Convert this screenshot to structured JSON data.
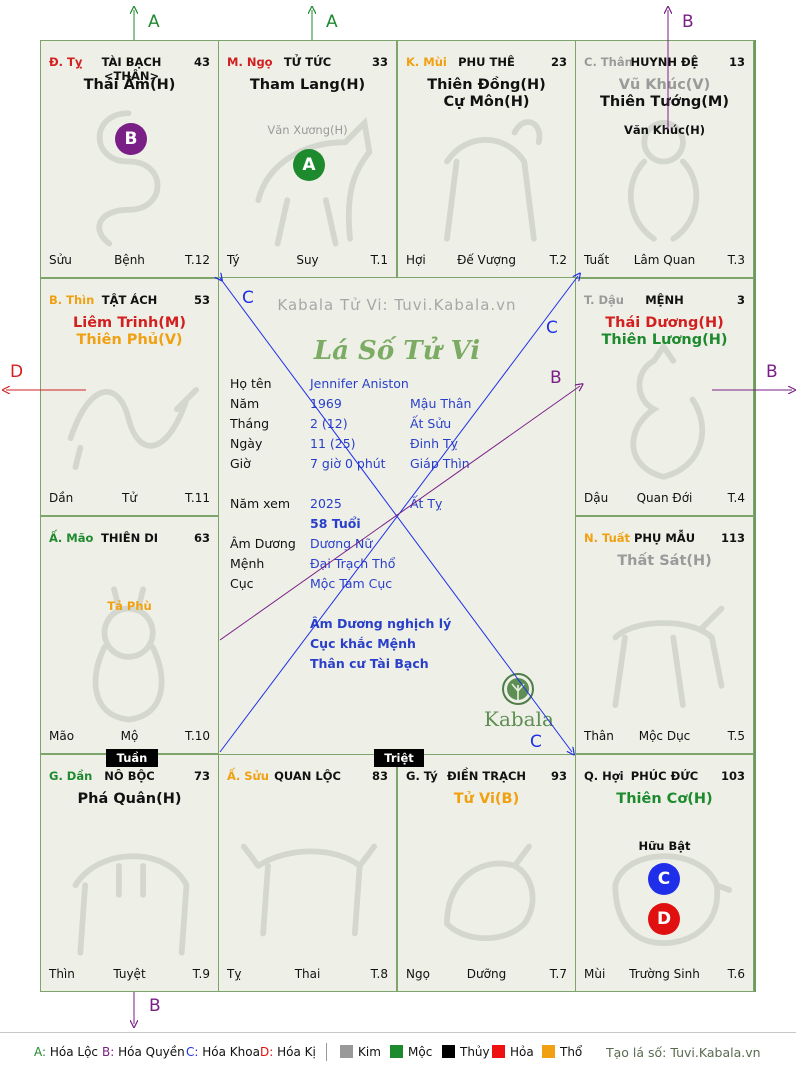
{
  "palaces": [
    {
      "stem": "Đ. Tỵ",
      "stem_color": "#d21f1f",
      "name": "TÀI BẠCH <THÂN>",
      "age": "43",
      "main_stars": [
        {
          "text": "Thái Âm(H)",
          "color": "#111111"
        }
      ],
      "minor_stars": [],
      "branch": "Sửu",
      "stage": "Bệnh",
      "daihan": "T.12",
      "badges": [
        "B"
      ],
      "zodiac": "snake"
    },
    {
      "stem": "M. Ngọ",
      "stem_color": "#d21f1f",
      "name": "TỬ TỨC",
      "age": "33",
      "main_stars": [
        {
          "text": "Tham Lang(H)",
          "color": "#111111"
        }
      ],
      "minor_stars": [
        {
          "text": "Văn Xương(H)",
          "color": "#9a9a9a"
        }
      ],
      "branch": "Tý",
      "stage": "Suy",
      "daihan": "T.1",
      "badges": [
        "A"
      ],
      "zodiac": "horse"
    },
    {
      "stem": "K. Mùi",
      "stem_color": "#f0a010",
      "name": "PHU THÊ",
      "age": "23",
      "main_stars": [
        {
          "text": "Thiên Đồng(H)",
          "color": "#111111"
        },
        {
          "text": "Cự Môn(H)",
          "color": "#111111"
        }
      ],
      "minor_stars": [],
      "branch": "Hợi",
      "stage": "Đế Vượng",
      "daihan": "T.2",
      "badges": [],
      "zodiac": "goat"
    },
    {
      "stem": "C. Thân",
      "stem_color": "#9a9a9a",
      "name": "HUYNH ĐỆ",
      "age": "13",
      "main_stars": [
        {
          "text": "Vũ Khúc(V)",
          "color": "#9a9a9a"
        },
        {
          "text": "Thiên Tướng(M)",
          "color": "#111111"
        }
      ],
      "minor_stars": [
        {
          "text": "Văn Khúc(H)",
          "color": "#111111"
        }
      ],
      "branch": "Tuất",
      "stage": "Lâm Quan",
      "daihan": "T.3",
      "badges": [],
      "zodiac": "monkey"
    },
    {
      "stem": "T. Dậu",
      "stem_color": "#9a9a9a",
      "name": "MỆNH",
      "age": "3",
      "main_stars": [
        {
          "text": "Thái Dương(H)",
          "color": "#d21f1f"
        },
        {
          "text": "Thiên Lương(H)",
          "color": "#1e8a2e"
        }
      ],
      "minor_stars": [],
      "branch": "Dậu",
      "stage": "Quan Đới",
      "daihan": "T.4",
      "badges": [],
      "zodiac": "rooster"
    },
    {
      "stem": "N. Tuất",
      "stem_color": "#f0a010",
      "name": "PHỤ MẪU",
      "age": "113",
      "main_stars": [
        {
          "text": "Thất Sát(H)",
          "color": "#9a9a9a"
        }
      ],
      "minor_stars": [],
      "branch": "Thân",
      "stage": "Mộc Dục",
      "daihan": "T.5",
      "badges": [],
      "zodiac": "dog"
    },
    {
      "stem": "Q. Hợi",
      "stem_color": "#111111",
      "name": "PHÚC ĐỨC",
      "age": "103",
      "main_stars": [
        {
          "text": "Thiên Cơ(H)",
          "color": "#1e8a2e"
        }
      ],
      "minor_stars": [
        {
          "text": "Hữu Bật",
          "color": "#111111"
        }
      ],
      "branch": "Mùi",
      "stage": "Trường Sinh",
      "daihan": "T.6",
      "badges": [
        "C",
        "D"
      ],
      "zodiac": "pig"
    },
    {
      "stem": "G. Tý",
      "stem_color": "#111111",
      "name": "ĐIỀN TRẠCH",
      "age": "93",
      "main_stars": [
        {
          "text": "Tử Vi(B)",
          "color": "#f0a010"
        }
      ],
      "minor_stars": [],
      "branch": "Ngọ",
      "stage": "Dưỡng",
      "daihan": "T.7",
      "badges": [],
      "zodiac": "rat"
    },
    {
      "stem": "Ấ. Sửu",
      "stem_color": "#f0a010",
      "name": "QUAN LỘC",
      "age": "83",
      "main_stars": [],
      "minor_stars": [],
      "branch": "Tỵ",
      "stage": "Thai",
      "daihan": "T.8",
      "badges": [],
      "zodiac": "ox"
    },
    {
      "stem": "G. Dần",
      "stem_color": "#1e8a2e",
      "name": "NÔ BỘC",
      "age": "73",
      "main_stars": [
        {
          "text": "Phá Quân(H)",
          "color": "#111111"
        }
      ],
      "minor_stars": [],
      "branch": "Thìn",
      "stage": "Tuyệt",
      "daihan": "T.9",
      "badges": [],
      "zodiac": "tiger"
    },
    {
      "stem": "Ấ. Mão",
      "stem_color": "#1e8a2e",
      "name": "THIÊN DI",
      "age": "63",
      "main_stars": [],
      "minor_stars": [
        {
          "text": "Tả Phù",
          "color": "#f0a010"
        }
      ],
      "branch": "Mão",
      "stage": "Mộ",
      "daihan": "T.10",
      "badges": [],
      "zodiac": "cat"
    },
    {
      "stem": "B. Thìn",
      "stem_color": "#f0a010",
      "name": "TẬT ÁCH",
      "age": "53",
      "main_stars": [
        {
          "text": "Liêm Trinh(M)",
          "color": "#d21f1f"
        },
        {
          "text": "Thiên Phủ(V)",
          "color": "#f0a010"
        }
      ],
      "minor_stars": [],
      "branch": "Dần",
      "stage": "Tử",
      "daihan": "T.11",
      "badges": [],
      "zodiac": "dragon"
    }
  ],
  "badge_colors": {
    "A": "#1e8a2e",
    "B": "#7a1f86",
    "C": "#1f2ee8",
    "D": "#e01010"
  },
  "center": {
    "watermark": "Kabala Tử Vi: Tuvi.Kabala.vn",
    "title": "Lá Số Tử Vi",
    "rows": [
      {
        "label": "Họ tên",
        "value": "Jennifer Aniston",
        "canchi": ""
      },
      {
        "label": "Năm",
        "value": "1969",
        "canchi": "Mậu Thân"
      },
      {
        "label": "Tháng",
        "value": "2 (12)",
        "canchi": "Ất Sửu"
      },
      {
        "label": "Ngày",
        "value": "11 (25)",
        "canchi": "Đinh Tỵ"
      },
      {
        "label": "Giờ",
        "value": "7 giờ 0 phút",
        "canchi": "Giáp Thìn"
      },
      {
        "label": "Năm xem",
        "value": "2025",
        "canchi": "Ất Tỵ"
      },
      {
        "label": "",
        "value": "58 Tuổi",
        "canchi": ""
      },
      {
        "label": "Âm Dương",
        "value": "Dương Nữ",
        "canchi": ""
      },
      {
        "label": "Mệnh",
        "value": "Đại Trạch Thổ",
        "canchi": ""
      },
      {
        "label": "Cục",
        "value": "Mộc Tam Cục",
        "canchi": ""
      }
    ],
    "notes": [
      "Âm Dương nghịch lý",
      "Cục khắc Mệnh",
      "Thân cư Tài Bạch"
    ],
    "logo_text": "Kabala"
  },
  "tags": {
    "tuan": "Tuần",
    "triet": "Triệt"
  },
  "arrow_labels": {
    "a1": "A",
    "a2": "A",
    "b_top": "B",
    "d_left": "D",
    "b_right": "B",
    "b_bottom": "B",
    "c1": "C",
    "c2": "C",
    "c3": "C",
    "b_mid": "B"
  },
  "legend": {
    "items": [
      {
        "key": "A:",
        "text": " Hóa Lộc",
        "color": "#1e8a2e"
      },
      {
        "key": "B:",
        "text": " Hóa Quyền",
        "color": "#7a1f86"
      },
      {
        "key": "C:",
        "text": " Hóa Khoa",
        "color": "#1f2ee8"
      },
      {
        "key": "D:",
        "text": " Hóa Kị",
        "color": "#e01010"
      }
    ],
    "elements": [
      {
        "name": "Kim",
        "color": "#999999"
      },
      {
        "name": "Mộc",
        "color": "#1e8a2e"
      },
      {
        "name": "Thủy",
        "color": "#000000"
      },
      {
        "name": "Hỏa",
        "color": "#ee1111"
      },
      {
        "name": "Thổ",
        "color": "#f0a010"
      }
    ],
    "site": "Tạo lá số: Tuvi.Kabala.vn"
  }
}
